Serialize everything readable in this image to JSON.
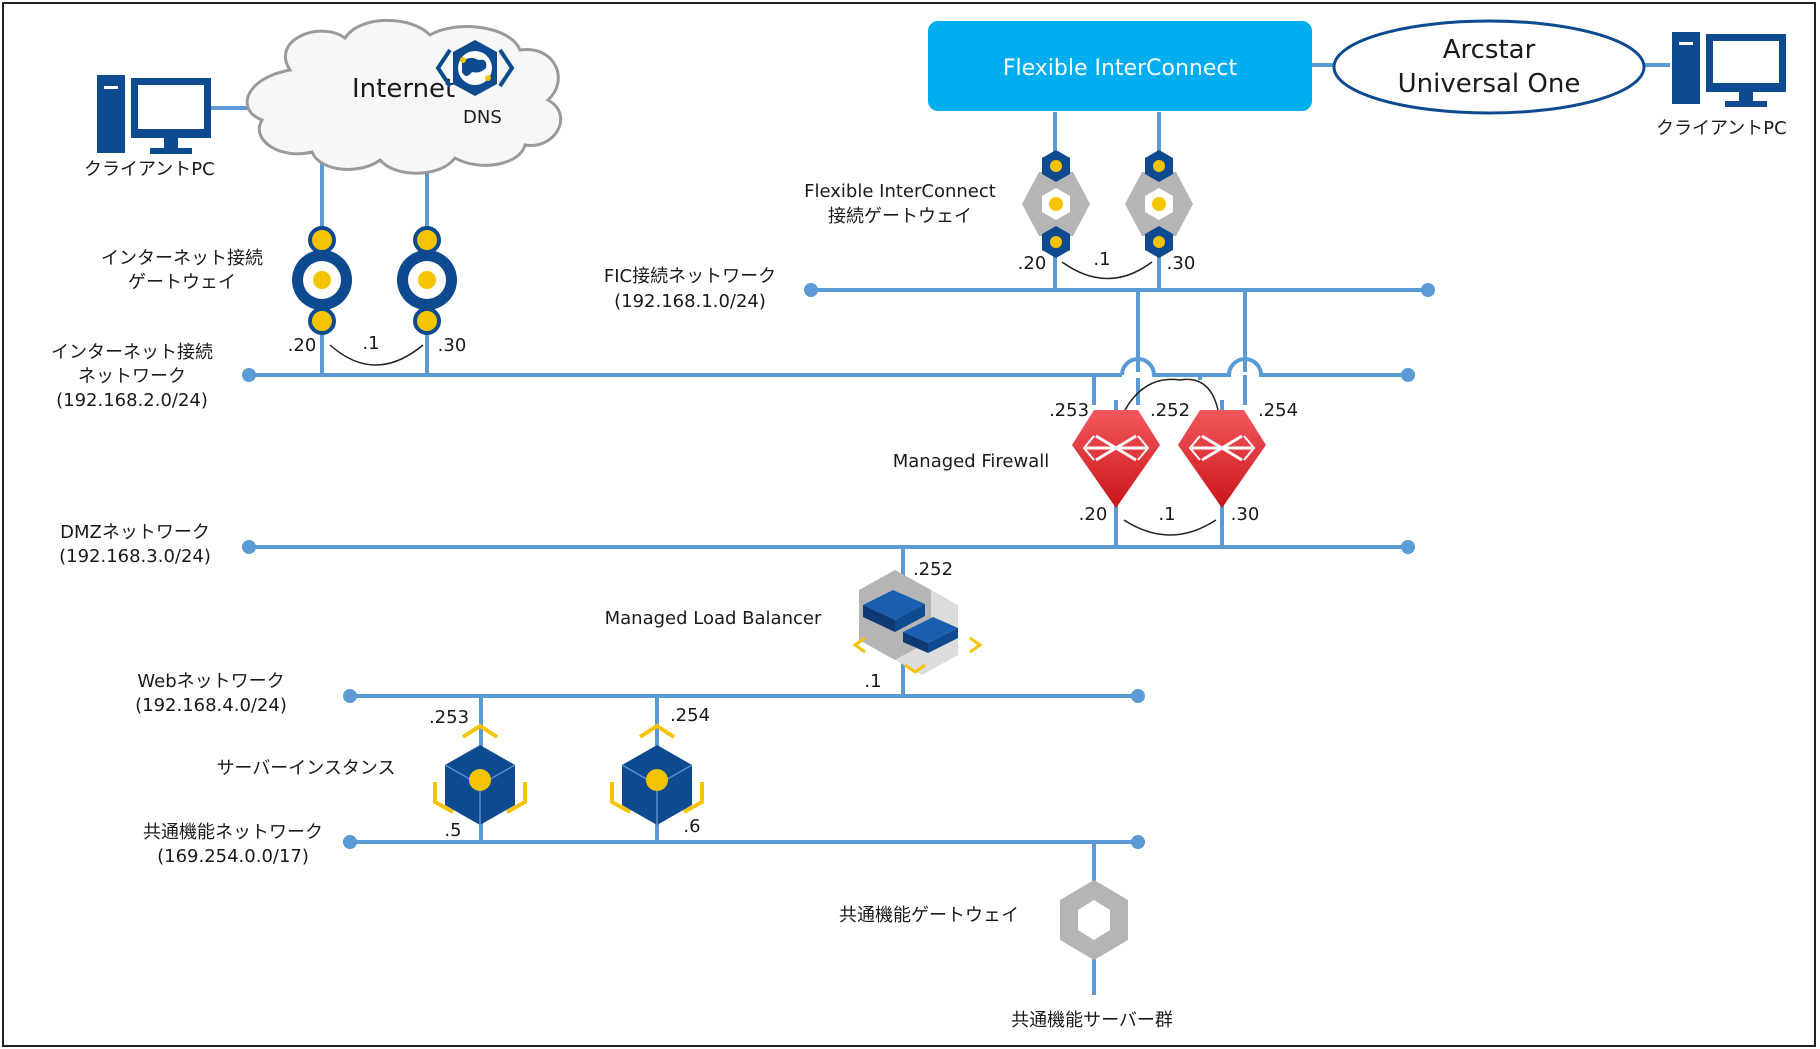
{
  "cloud": {
    "label": "Internet",
    "dns_label": "DNS"
  },
  "fic": {
    "label": "Flexible InterConnect"
  },
  "arcstar": {
    "line1": "Arcstar",
    "line2": "Universal One"
  },
  "clients": {
    "left": "クライアントPC",
    "right": "クライアントPC"
  },
  "inet_gw": {
    "line1": "インターネット接続",
    "line2": "ゲートウェイ"
  },
  "fic_gw": {
    "line1": "Flexible InterConnect",
    "line2": "接続ゲートウェイ"
  },
  "networks": {
    "fic": {
      "name": "FIC接続ネットワーク",
      "cidr": "(192.168.1.0/24)"
    },
    "inet": {
      "name1": "インターネット接続",
      "name2": "ネットワーク",
      "cidr": "(192.168.2.0/24)"
    },
    "dmz": {
      "name": "DMZネットワーク",
      "cidr": "(192.168.3.0/24)"
    },
    "web": {
      "name": "Webネットワーク",
      "cidr": "(192.168.4.0/24)"
    },
    "common": {
      "name": "共通機能ネットワーク",
      "cidr": "(169.254.0.0/17)"
    }
  },
  "devices": {
    "firewall": "Managed Firewall",
    "load_balancer": "Managed Load Balancer",
    "servers": "サーバーインスタンス",
    "common_gw": "共通機能ゲートウェイ",
    "common_servers": "共通機能サーバー群"
  },
  "addresses": {
    "inet_gw1": ".20",
    "inet_gw_vip": ".1",
    "inet_gw2": ".30",
    "fic_gw1": ".20",
    "fic_gw_vip": ".1",
    "fic_gw2": ".30",
    "fw_up1": ".253",
    "fw_up_vip": ".252",
    "fw_up2": ".254",
    "fw_dn1": ".20",
    "fw_dn_vip": ".1",
    "fw_dn2": ".30",
    "lb_dmz": ".252",
    "lb_web": ".1",
    "srv1_web": ".253",
    "srv2_web": ".254",
    "srv1_common": ".5",
    "srv2_common": ".6"
  },
  "colors": {
    "network_line": "#5b9bd5",
    "fic_box": "#00aeef",
    "device_blue": "#0d4a8f",
    "node_yellow": "#f5c400",
    "firewall_red": "#e3262b",
    "gray_device": "#b5b5b5"
  }
}
